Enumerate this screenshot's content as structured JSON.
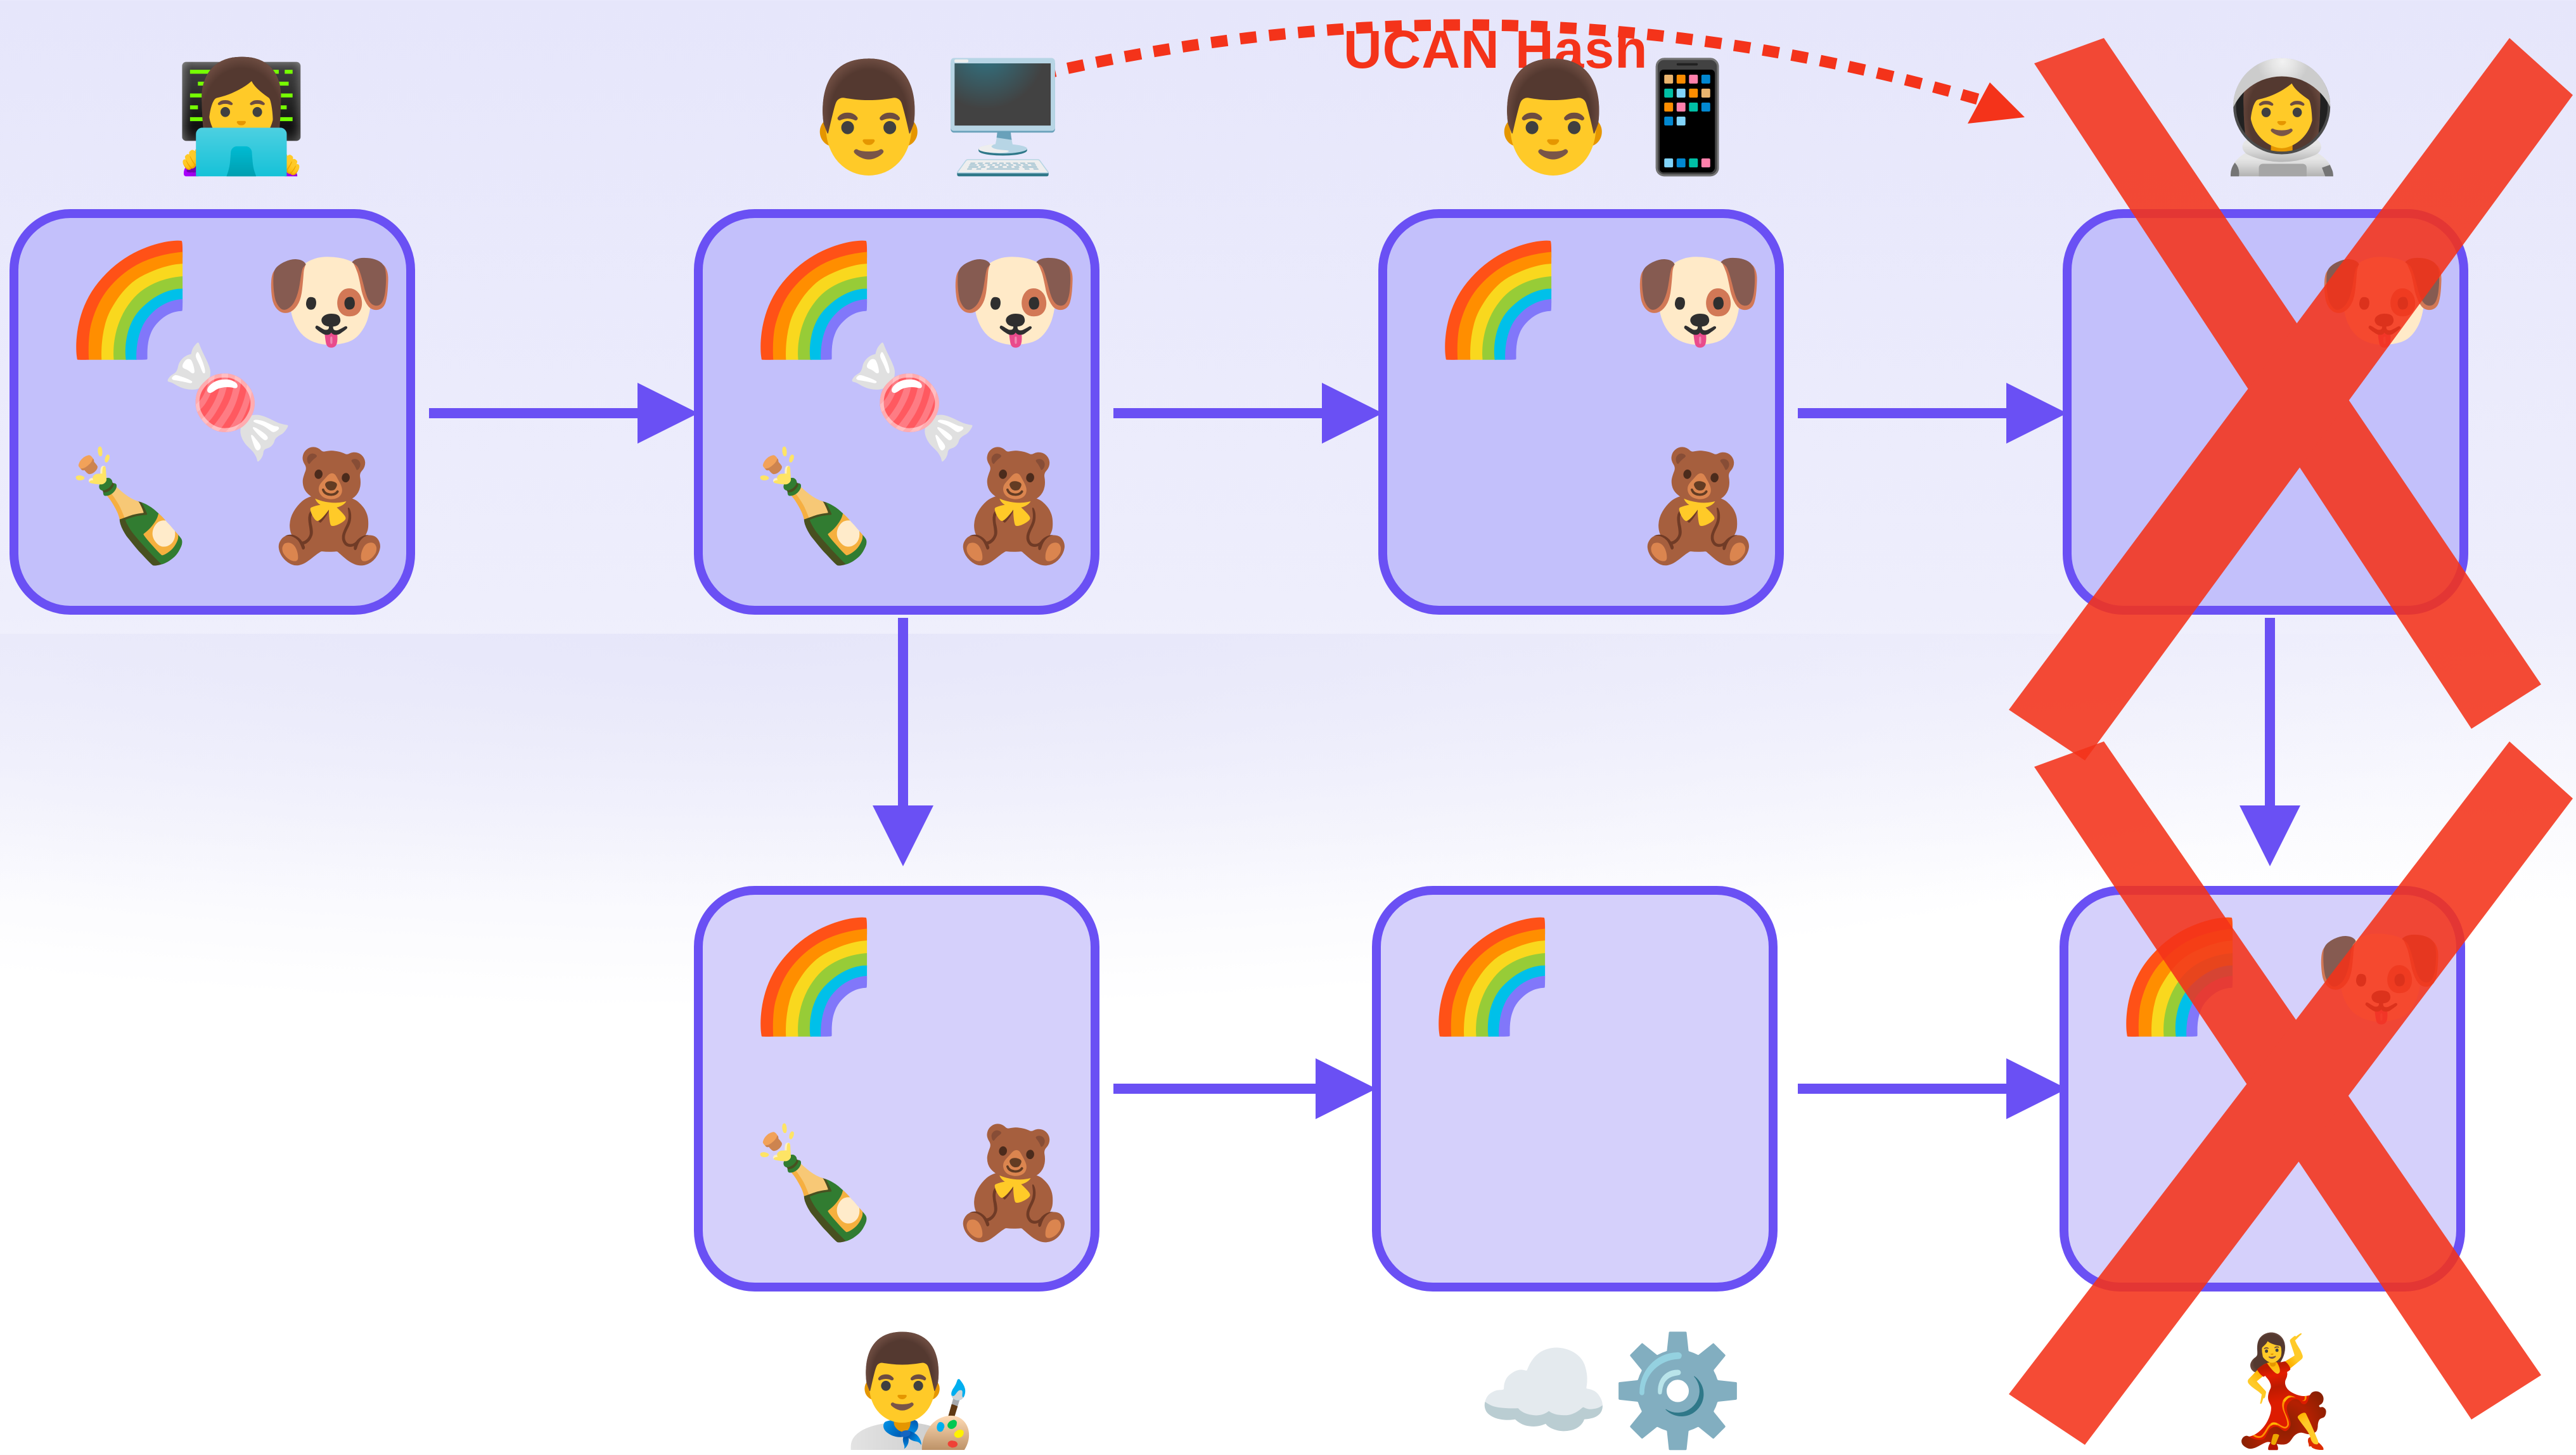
{
  "hash_label": "UCAN Hash",
  "colors": {
    "box_border": "#6a50f4",
    "box_fill": "#c3c0fb",
    "box_fill_light": "#d5d0fb",
    "arrow": "#6a50f4",
    "hash_arrow": "#f4331a",
    "revoked_x": "#f4331a"
  },
  "boxes": [
    {
      "id": "root",
      "person": "👩‍💻",
      "items": {
        "tl": "🌈",
        "tr": "🐶",
        "mid": "🍬",
        "bl": "🍾",
        "br": "🧸"
      }
    },
    {
      "id": "desktop",
      "person": "👨🖥️",
      "items": {
        "tl": "🌈",
        "tr": "🐶",
        "mid": "🍬",
        "bl": "🍾",
        "br": "🧸"
      }
    },
    {
      "id": "phone",
      "person": "👨📱",
      "items": {
        "tl": "🌈",
        "tr": "🐶",
        "br": "🧸"
      }
    },
    {
      "id": "astronaut",
      "person": "👩‍🚀",
      "revoked": true,
      "items": {
        "tr": "🐶"
      }
    },
    {
      "id": "artist",
      "person": "👨‍🎨",
      "items": {
        "tl": "🌈",
        "bl": "🍾",
        "br": "🧸"
      }
    },
    {
      "id": "cloud",
      "person": "☁️⚙️",
      "items": {
        "tl": "🌈"
      }
    },
    {
      "id": "dancer",
      "person": "💃",
      "revoked": true,
      "items": {
        "tl": "🌈",
        "tr": "🐶"
      }
    }
  ]
}
